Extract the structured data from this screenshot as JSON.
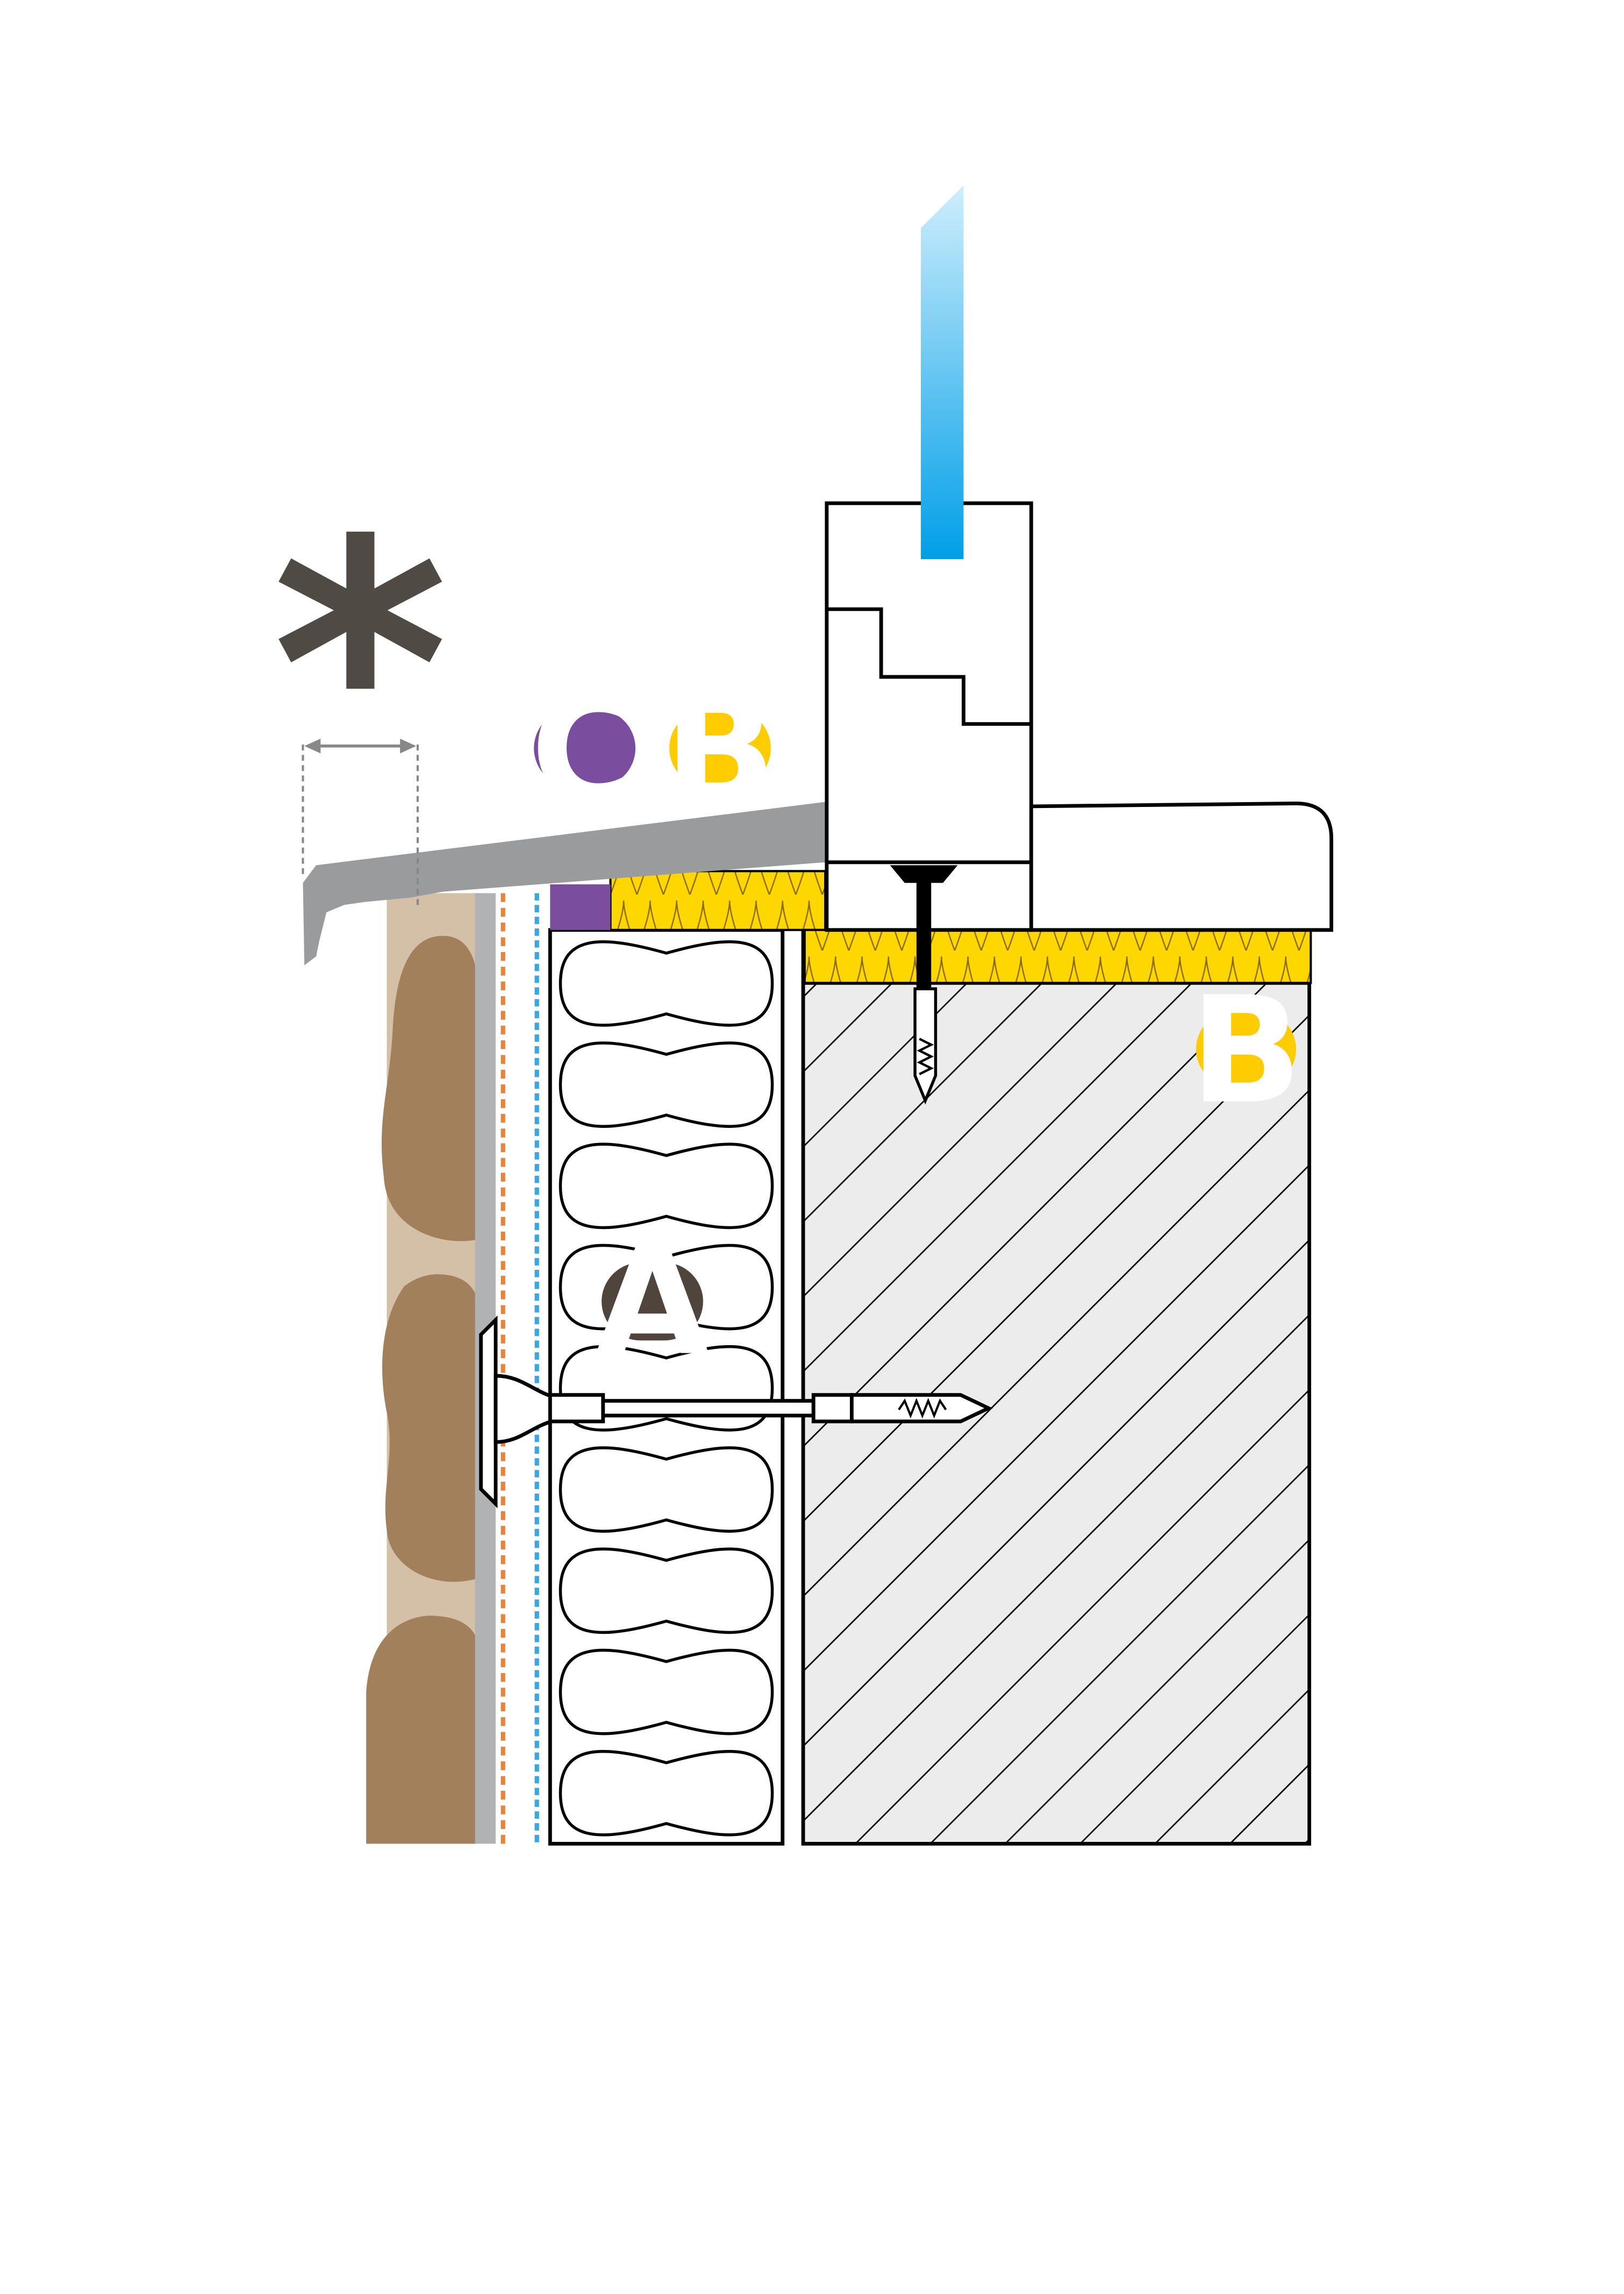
{
  "labels": {
    "dimension_mark": "*",
    "insulation_label": "A",
    "seal_label_top": "B",
    "seal_label_bottom": "B",
    "sealant_label": "C"
  },
  "colors": {
    "insulation_badge": "#4f453d",
    "seal_badge": "#ffcc00",
    "sealant_badge": "#7a4d9e",
    "stone": "#a3805c",
    "mortar": "#d4c0a6",
    "render_board": "#b1b2b4",
    "sill": "#9a9b9d",
    "dotted_orange": "#e8833a",
    "dotted_blue": "#3aa7e0",
    "glass": "#5cc6f4",
    "seal_tape": "#ffd700",
    "hatch_fill": "#ececec",
    "dimension_mark": "#504a45"
  },
  "icons": {
    "anchor": "insulation-anchor-icon",
    "screw": "frame-screw-icon"
  }
}
